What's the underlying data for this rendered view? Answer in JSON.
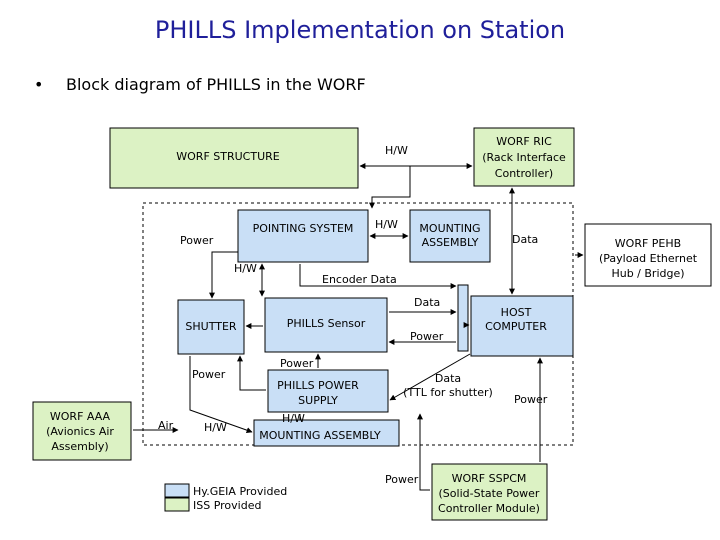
{
  "title": "PHILLS Implementation on Station",
  "bullet_text": "Block diagram of PHILLS in the WORF",
  "colors": {
    "hygeia": "#c9dff6",
    "iss": "#dcf2c4",
    "title": "#1f1f9a"
  },
  "blocks": {
    "worf_structure": "WORF STRUCTURE",
    "worf_ric_1": "WORF RIC",
    "worf_ric_2": "(Rack Interface",
    "worf_ric_3": "Controller)",
    "pointing_system": "POINTING SYSTEM",
    "mounting_assembly_1": "MOUNTING",
    "mounting_assembly_2": "ASSEMBLY",
    "shutter": "SHUTTER",
    "phills_sensor": "PHILLS Sensor",
    "host_computer_1": "HOST",
    "host_computer_2": "COMPUTER",
    "phills_power_supply_1": "PHILLS POWER",
    "phills_power_supply_2": "SUPPLY",
    "mounting_assembly_lower": "MOUNTING ASSEMBLY",
    "worf_aaa_1": "WORF AAA",
    "worf_aaa_2": "(Avionics Air",
    "worf_aaa_3": "Assembly)",
    "worf_sspcm_1": "WORF SSPCM",
    "worf_sspcm_2": "(Solid-State Power",
    "worf_sspcm_3": "Controller Module)",
    "worf_pehb_1": "WORF PEHB",
    "worf_pehb_2": "(Payload Ethernet",
    "worf_pehb_3": "Hub / Bridge)"
  },
  "labels": {
    "hw_top": "H/W",
    "hw_pointing": "H/W",
    "power_left": "Power",
    "hw_mid": "H/W",
    "encoder_data": "Encoder Data",
    "data_right": "Data",
    "data_mid": "Data",
    "power_sensor": "Power",
    "power_shutter": "Power",
    "power_supply": "Power",
    "data_ttl_1": "Data",
    "data_ttl_2": "(TTL for shutter)",
    "power_host": "Power",
    "air": "Air",
    "hw_low": "H/W",
    "hw_mount": "H/W",
    "power_bottom": "Power"
  },
  "legend": {
    "hygeia": "Hy.GEIA Provided",
    "iss": "ISS Provided"
  }
}
